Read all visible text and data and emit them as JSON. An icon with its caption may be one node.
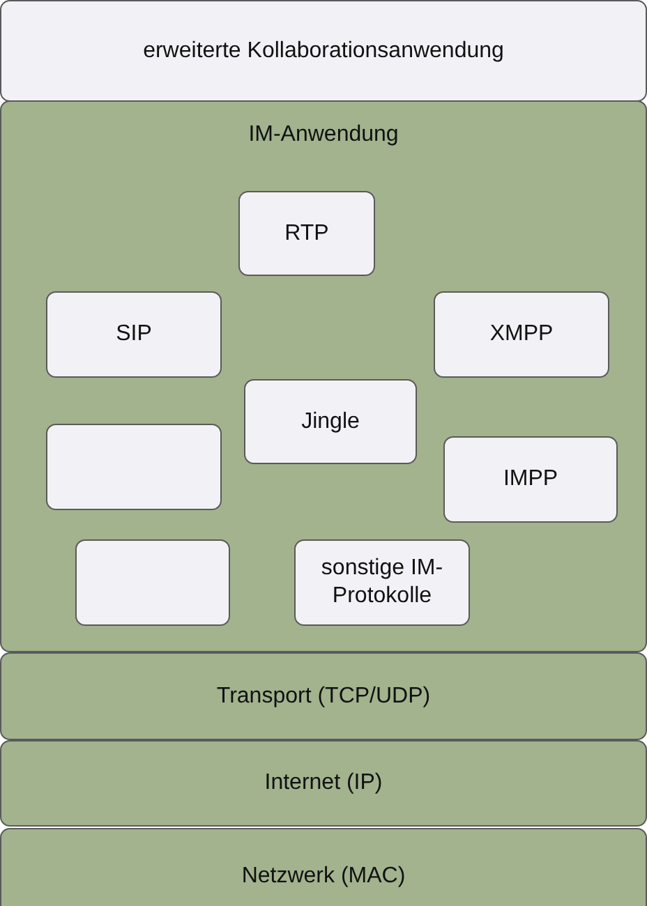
{
  "diagram": {
    "nodes": [
      {
        "text": [
          "erweiterte Kollaborationsanwendung"
        ]
      },
      {
        "text": [
          "IM-Anwendung"
        ]
      },
      {
        "text": [
          "RTP"
        ],
        "in": 1
      },
      {
        "text": [
          "SIP"
        ],
        "in": 1
      },
      {
        "text": [
          "XMPP"
        ],
        "in": 1
      },
      {
        "text": [
          "Jingle"
        ],
        "in": 1
      },
      {
        "text": [],
        "shape": "box",
        "in": 1
      },
      {
        "text": [
          "IMPP"
        ],
        "in": 1
      },
      {
        "text": [],
        "shape": "box",
        "in": 1
      },
      {
        "text": [
          "sonstige IM-Protokolle"
        ],
        "in": 1
      },
      {
        "text": [
          "Transport (TCP/UDP)"
        ]
      },
      {
        "text": [
          "Internet (IP)"
        ]
      },
      {
        "text": [
          "Netzwerk (MAC)"
        ]
      }
    ]
  }
}
